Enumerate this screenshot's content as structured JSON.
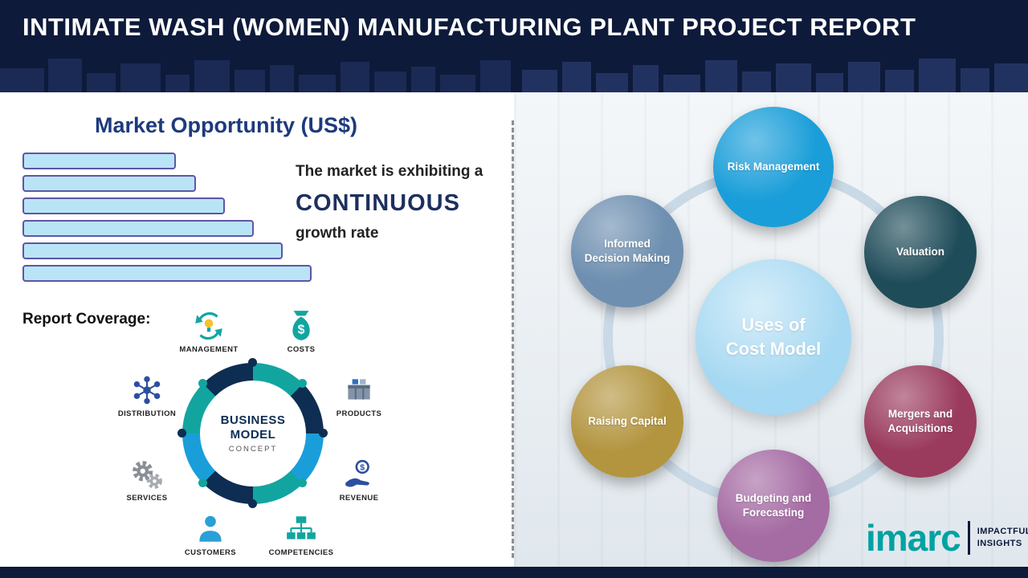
{
  "header": {
    "title": "INTIMATE WASH (WOMEN) MANUFACTURING PLANT PROJECT REPORT"
  },
  "chart_data": {
    "type": "bar",
    "orientation": "horizontal",
    "title": "Market Opportunity (US$)",
    "categories": [
      "",
      "",
      "",
      "",
      "",
      ""
    ],
    "values": [
      53,
      60,
      70,
      80,
      90,
      100
    ],
    "value_scale": "relative, axis unlabeled",
    "bar_fill": "#b9e4f6",
    "bar_border": "#5f55a5",
    "annotation": "The market is exhibiting a CONTINUOUS growth rate"
  },
  "left_panel": {
    "section_title": "Market Opportunity (US$)",
    "growth_text": {
      "line1": "The market is exhibiting a",
      "line2": "CONTINUOUS",
      "line3": "growth rate"
    },
    "report_coverage_label": "Report Coverage:",
    "business_model": {
      "center": {
        "line1": "BUSINESS",
        "line2": "MODEL",
        "line3": "CONCEPT"
      },
      "items": [
        {
          "label": "MANAGEMENT",
          "icon": "recycle-bulb-icon"
        },
        {
          "label": "COSTS",
          "icon": "money-bag-icon"
        },
        {
          "label": "DISTRIBUTION",
          "icon": "network-icon"
        },
        {
          "label": "PRODUCTS",
          "icon": "product-box-icon"
        },
        {
          "label": "SERVICES",
          "icon": "gears-icon"
        },
        {
          "label": "REVENUE",
          "icon": "hand-coin-icon"
        },
        {
          "label": "CUSTOMERS",
          "icon": "person-icon"
        },
        {
          "label": "COMPETENCIES",
          "icon": "org-chart-icon"
        }
      ]
    }
  },
  "right_panel": {
    "diagram": {
      "center": {
        "line1": "Uses of",
        "line2": "Cost Model",
        "color": "#a5d8f2"
      },
      "items": [
        {
          "label": "Risk Management",
          "color": "#1a9ed9"
        },
        {
          "label": "Valuation",
          "color": "#1f4c59"
        },
        {
          "label": "Mergers and Acquisitions",
          "color": "#9a3a5c"
        },
        {
          "label": "Budgeting and Forecasting",
          "color": "#a56ba3"
        },
        {
          "label": "Raising Capital",
          "color": "#b3953f"
        },
        {
          "label": "Informed Decision Making",
          "color": "#6e8fb0"
        }
      ],
      "ring_color": "#c9d9e6"
    },
    "logo": {
      "brand": "imarc",
      "tagline_line1": "IMPACTFUL",
      "tagline_line2": "INSIGHTS"
    }
  }
}
